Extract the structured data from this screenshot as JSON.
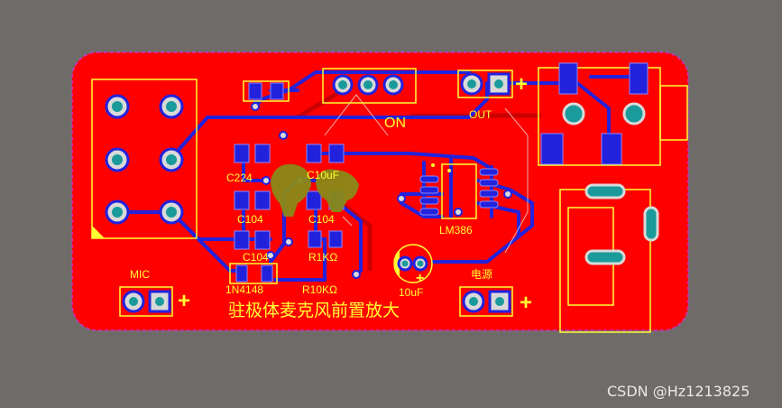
{
  "board": {
    "colors": {
      "background": "#6f6b69",
      "board_fill": "#ff0000",
      "trace": "#2222dd",
      "silkscreen": "#ffff33",
      "pad": "#1a9a9a",
      "outline": "#cc33cc"
    },
    "title": "驻极体麦克风前置放大",
    "labels": {
      "on": "ON",
      "out": "OUT",
      "mic": "MIC",
      "power": "电源",
      "c224": "C224",
      "c10uf_top": "C10uF",
      "c104_left": "C104",
      "c104_right": "C104",
      "c104_mid": "C104",
      "r1k": "R1KΩ",
      "r10k": "R10KΩ",
      "diode": "1N4148",
      "lm386": "LM386",
      "cap_10uf": "10uF"
    },
    "plus_markers": {
      "out_plus": "+",
      "mic_plus": "+",
      "power_plus": "+",
      "cap_plus": "+"
    }
  },
  "watermark": "CSDN @Hz1213825"
}
